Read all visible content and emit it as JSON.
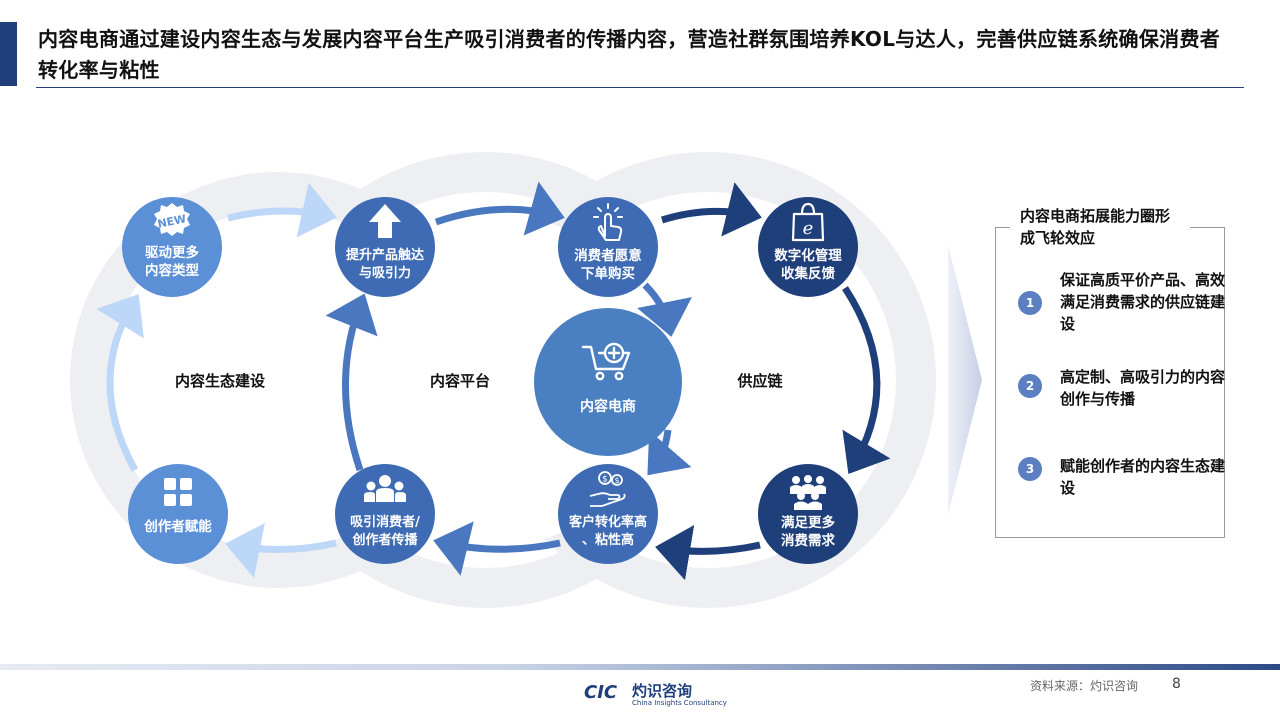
{
  "title": "内容电商通过建设内容生态与发展内容平台生产吸引消费者的传播内容，营造社群氛围培养KOL与达人，完善供应链系统确保消费者转化率与粘性",
  "areas": {
    "left": "内容生态建设",
    "middle": "内容平台",
    "right": "供应链"
  },
  "center": {
    "label": "内容电商",
    "icon": "cart-plus-icon"
  },
  "nodes": {
    "n1": {
      "lines": [
        "驱动更多",
        "内容类型"
      ],
      "icon": "new-badge-icon",
      "badge": "NEW"
    },
    "n2": {
      "lines": [
        "提升产品触达",
        "与吸引力"
      ],
      "icon": "up-arrow-icon"
    },
    "n3": {
      "lines": [
        "消费者愿意",
        "下单购买"
      ],
      "icon": "tap-hand-icon"
    },
    "n4": {
      "lines": [
        "数字化管理",
        "收集反馈"
      ],
      "icon": "shopping-bag-e-icon"
    },
    "n5": {
      "lines": [
        "满足更多",
        "消费需求"
      ],
      "icon": "crowd-icon"
    },
    "n6": {
      "lines": [
        "客户转化率高",
        "、粘性高"
      ],
      "icon": "money-hand-icon"
    },
    "n7": {
      "lines": [
        "吸引消费者/",
        "创作者传播"
      ],
      "icon": "group-icon"
    },
    "n8": {
      "lines": [
        "创作者赋能"
      ],
      "icon": "grid-icon"
    }
  },
  "side": {
    "title": "内容电商拓展能力圈形成飞轮效应",
    "items": [
      {
        "num": "1",
        "text": "保证高质平价产品、高效满足消费需求的供应链建设"
      },
      {
        "num": "2",
        "text": "高定制、高吸引力的内容创作与传播"
      },
      {
        "num": "3",
        "text": "赋能创作者的内容生态建设"
      }
    ]
  },
  "footer": {
    "source": "资料来源：灼识咨询",
    "page": "8",
    "logo_mark": "CIC",
    "logo_cn": "灼识咨询",
    "logo_en": "China Insights Consultancy"
  },
  "colors": {
    "light": "#5b8fd6",
    "mid": "#3e6bb3",
    "dark": "#1f3f7a",
    "center": "#4a7fc1",
    "ring": "#eeeff2"
  }
}
